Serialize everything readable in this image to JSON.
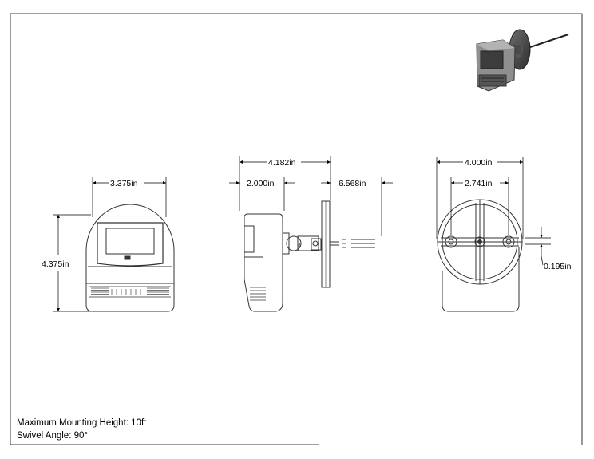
{
  "dimensions": {
    "front_width": "3.375in",
    "front_height": "4.375in",
    "side_overall": "4.182in",
    "side_body": "2.000in",
    "side_wire": "6.568in",
    "rear_width": "4.000in",
    "rear_holes": "2.741in",
    "rear_offset": "0.195in"
  },
  "notes": {
    "mounting_height": "Maximum Mounting Height: 10ft",
    "swivel_angle": "Swivel Angle: 90°"
  },
  "colors": {
    "line": "#000000",
    "drawing": "#333333",
    "sensor_body": "#8a8a8a",
    "sensor_dark": "#3c3c3c"
  }
}
